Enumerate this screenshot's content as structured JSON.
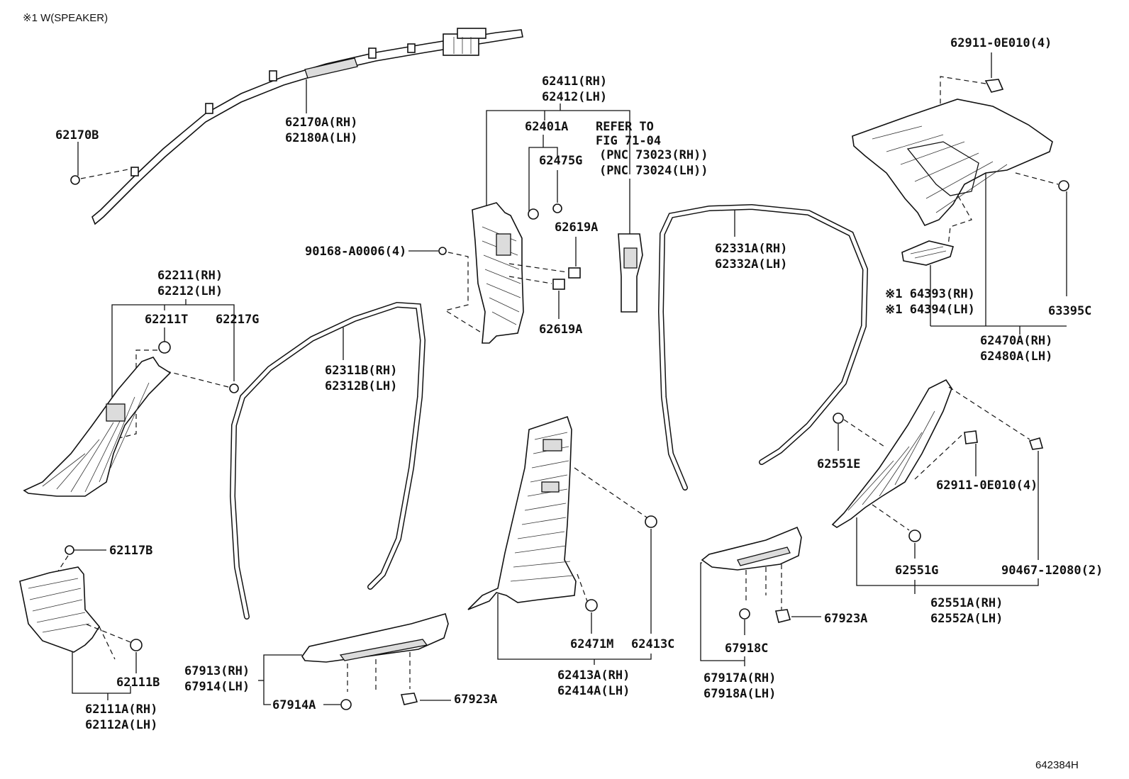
{
  "header_note": "※1 W(SPEAKER)",
  "figure_id": "642384H",
  "labels": {
    "p62911_top": "62911-0E010(4)",
    "p62411": "62411(RH)",
    "p62412": "62412(LH)",
    "p62401A": "62401A",
    "p62475G": "62475G",
    "refer1": "REFER TO",
    "refer2": "FIG 71-04",
    "refer3": "(PNC 73023(RH))",
    "refer4": "(PNC 73024(LH))",
    "p62170A": "62170A(RH)",
    "p62180A": "62180A(LH)",
    "p62170B": "62170B",
    "p62619A_a": "62619A",
    "p62619A_b": "62619A",
    "p90168": "90168-A0006(4)",
    "p62331A": "62331A(RH)",
    "p62332A": "62332A(LH)",
    "p64393": "※1 64393(RH)",
    "p64394": "※1 64394(LH)",
    "p63395C": "63395C",
    "p62470A": "62470A(RH)",
    "p62480A": "62480A(LH)",
    "p62211": "62211(RH)",
    "p62212": "62212(LH)",
    "p62211T": "62211T",
    "p62217G": "62217G",
    "p62311B": "62311B(RH)",
    "p62312B": "62312B(LH)",
    "p62551E": "62551E",
    "p62911_mid": "62911-0E010(4)",
    "p62117B": "62117B",
    "p62551G": "62551G",
    "p90467": "90467-12080(2)",
    "p62551A": "62551A(RH)",
    "p62552A": "62552A(LH)",
    "p67923A_r": "67923A",
    "p62471M": "62471M",
    "p62413C": "62413C",
    "p67918C": "67918C",
    "p62111B": "62111B",
    "p67913": "67913(RH)",
    "p67914": "67914(LH)",
    "p62413A": "62413A(RH)",
    "p62414A": "62414A(LH)",
    "p67917A": "67917A(RH)",
    "p67918A": "67918A(LH)",
    "p67914A": "67914A",
    "p67923A_l": "67923A",
    "p62111A": "62111A(RH)",
    "p62112A": "62112A(LH)"
  }
}
